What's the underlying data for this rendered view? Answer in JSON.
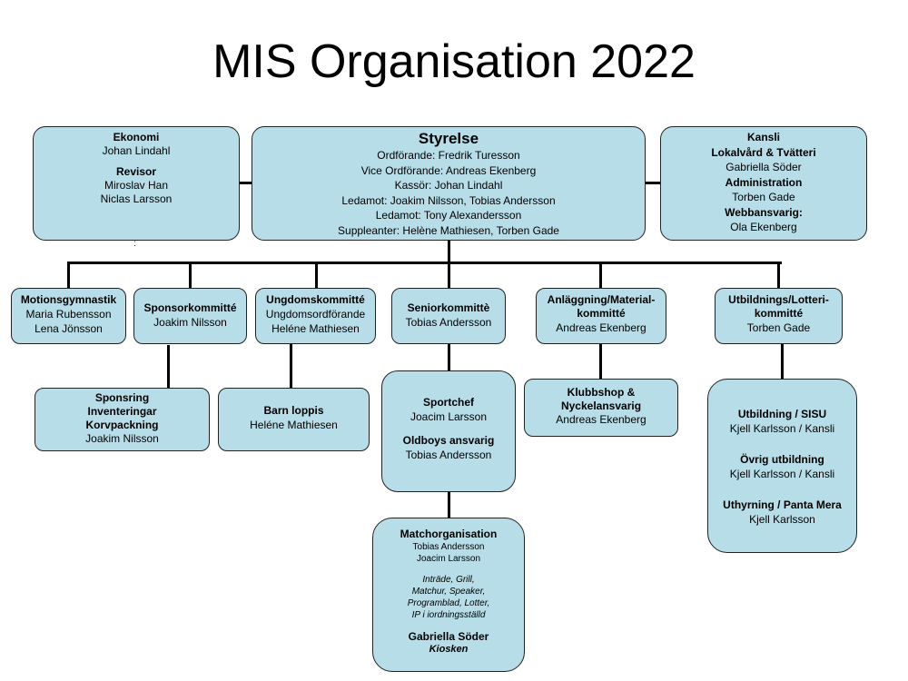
{
  "title": "MIS Organisation 2022",
  "ekonomi": {
    "heading": "Ekonomi",
    "person": "Johan Lindahl",
    "revisor_heading": "Revisor",
    "revisor_1": "Miroslav Han",
    "revisor_2": "Niclas Larsson",
    "mark": ":"
  },
  "styrelse": {
    "heading": "Styrelse",
    "lines": [
      "Ordförande:  Fredrik Turesson",
      "Vice Ordförande:  Andreas Ekenberg",
      "Kassör: Johan Lindahl",
      "Ledamot: Joakim Nilsson, Tobias Andersson",
      "Ledamot: Tony Alexandersson",
      "Suppleanter: Helène Mathiesen, Torben Gade"
    ]
  },
  "kansli": {
    "heading": "Kansli",
    "sub1": "Lokalvård & Tvätteri",
    "person1": "Gabriella Söder",
    "sub2": "Administration",
    "person2": "Torben  Gade",
    "sub3": "Webbansvarig:",
    "person3": "Ola Ekenberg"
  },
  "committees": {
    "motion": {
      "heading": "Motionsgymnastik",
      "p1": "Maria Rubensson",
      "p2": "Lena Jönsson"
    },
    "sponsor": {
      "heading": "Sponsorkommitté",
      "p1": "Joakim Nilsson"
    },
    "ungdom": {
      "heading": "Ungdomskommitté",
      "p1": "Ungdomsordförande",
      "p2": "Heléne  Mathiesen"
    },
    "senior": {
      "heading": "Seniorkommittè",
      "p1": "Tobias Andersson"
    },
    "anlaggning": {
      "heading1": "Anläggning/Material-",
      "heading2": "kommitté",
      "p1": "Andreas Ekenberg"
    },
    "utbildning": {
      "heading1": "Utbildnings/Lotteri-",
      "heading2": "kommitté",
      "p1": "Torben  Gade"
    }
  },
  "sponsring": {
    "h1": "Sponsring",
    "h2": "Inventeringar",
    "h3": "Korvpackning",
    "p1": "Joakim Nilsson"
  },
  "barnloppis": {
    "heading": "Barn loppis",
    "p1": "Heléne  Mathiesen"
  },
  "sportchef": {
    "h1": "Sportchef",
    "p1": "Joacim Larsson",
    "h2": "Oldboys ansvarig",
    "p2": "Tobias Andersson"
  },
  "klubbshop": {
    "h1": "Klubbshop  &",
    "h2": "Nyckelansvarig",
    "p1": "Andreas Ekenberg"
  },
  "utbildningsisu": {
    "h1": "Utbildning  / SISU",
    "p1": "Kjell Karlsson / Kansli",
    "h2": "Övrig utbildning",
    "p2": "Kjell Karlsson / Kansli",
    "h3": "Uthyrning  / Panta Mera",
    "p3": "Kjell Karlsson"
  },
  "match": {
    "heading": "Matchorganisation",
    "p1": "Tobias Andersson",
    "p2": "Joacim Larsson",
    "tasks": [
      "Inträde, Grill,",
      "Matchur, Speaker,",
      "Programblad, Lotter,",
      "IP i iordningsställd"
    ],
    "h2": "Gabriella Söder",
    "h3": "Kiosken"
  }
}
